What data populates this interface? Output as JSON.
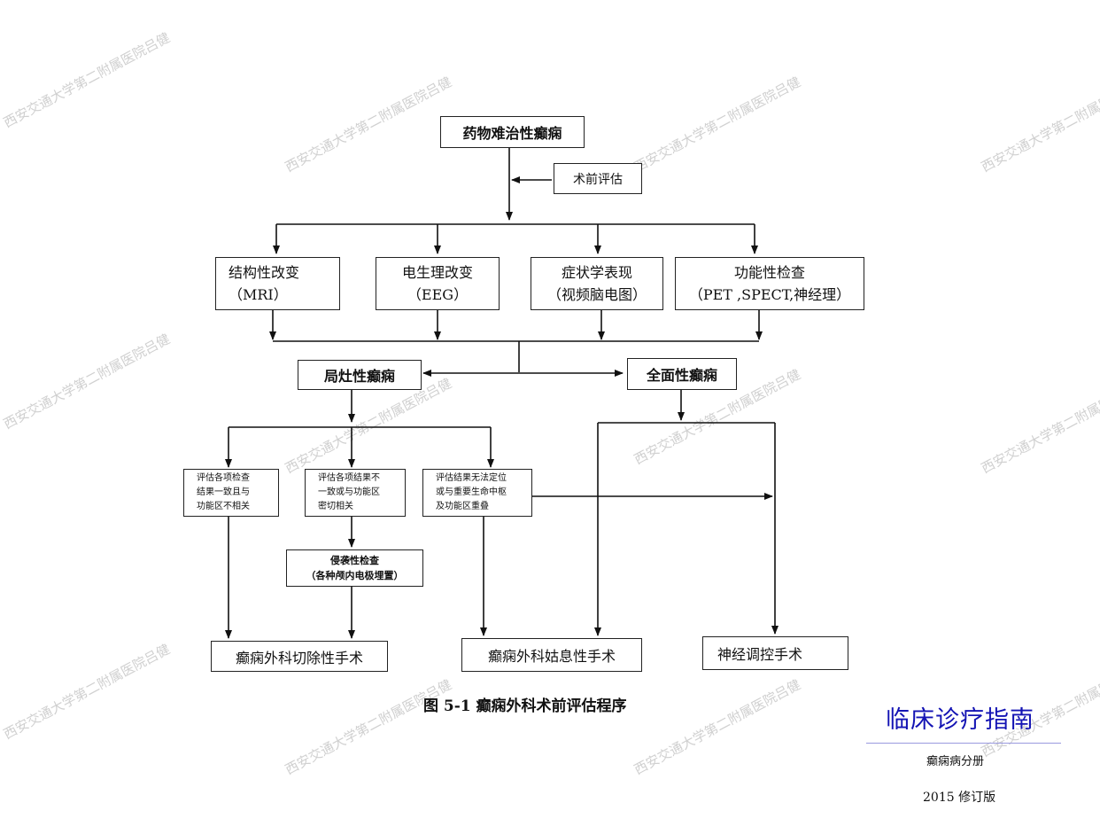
{
  "watermark_text": "西安交通大学第二附属医院吕健",
  "flowchart": {
    "root": "药物难治性癫痫",
    "side_label": "术前评估",
    "exam_structural": {
      "line1": "结构性改变",
      "line2": "（MRI）"
    },
    "exam_electro": {
      "line1": "电生理改变",
      "line2": "（EEG）"
    },
    "exam_symptom": {
      "line1": "症状学表现",
      "line2": "（视频脑电图）"
    },
    "exam_functional": {
      "line1": "功能性检查",
      "line2": "（PET ,SPECT,神经理）"
    },
    "focal": "局灶性癫痫",
    "generalized": "全面性癫痫",
    "eval_consistent": {
      "line1": "评估各项检查",
      "line2": "结果一致且与",
      "line3": "功能区不相关"
    },
    "eval_inconsistent": {
      "line1": "评估各项结果不",
      "line2": "一致或与功能区",
      "line3": "密切相关"
    },
    "eval_unlocalizable": {
      "line1": "评估结果无法定位",
      "line2": "或与重要生命中枢",
      "line3": "及功能区重叠"
    },
    "invasive": {
      "line1": "侵袭性检查",
      "line2": "（各种颅内电极埋置）"
    },
    "surgery_resection": "癫痫外科切除性手术",
    "surgery_palliative": "癫痫外科姑息性手术",
    "surgery_neuromod": "神经调控手术"
  },
  "caption": "图 5-1  癫痫外科术前评估程序",
  "brand": {
    "title": "临床诊疗指南",
    "subtitle": "癫痫病分册",
    "edition": "2015 修订版"
  }
}
